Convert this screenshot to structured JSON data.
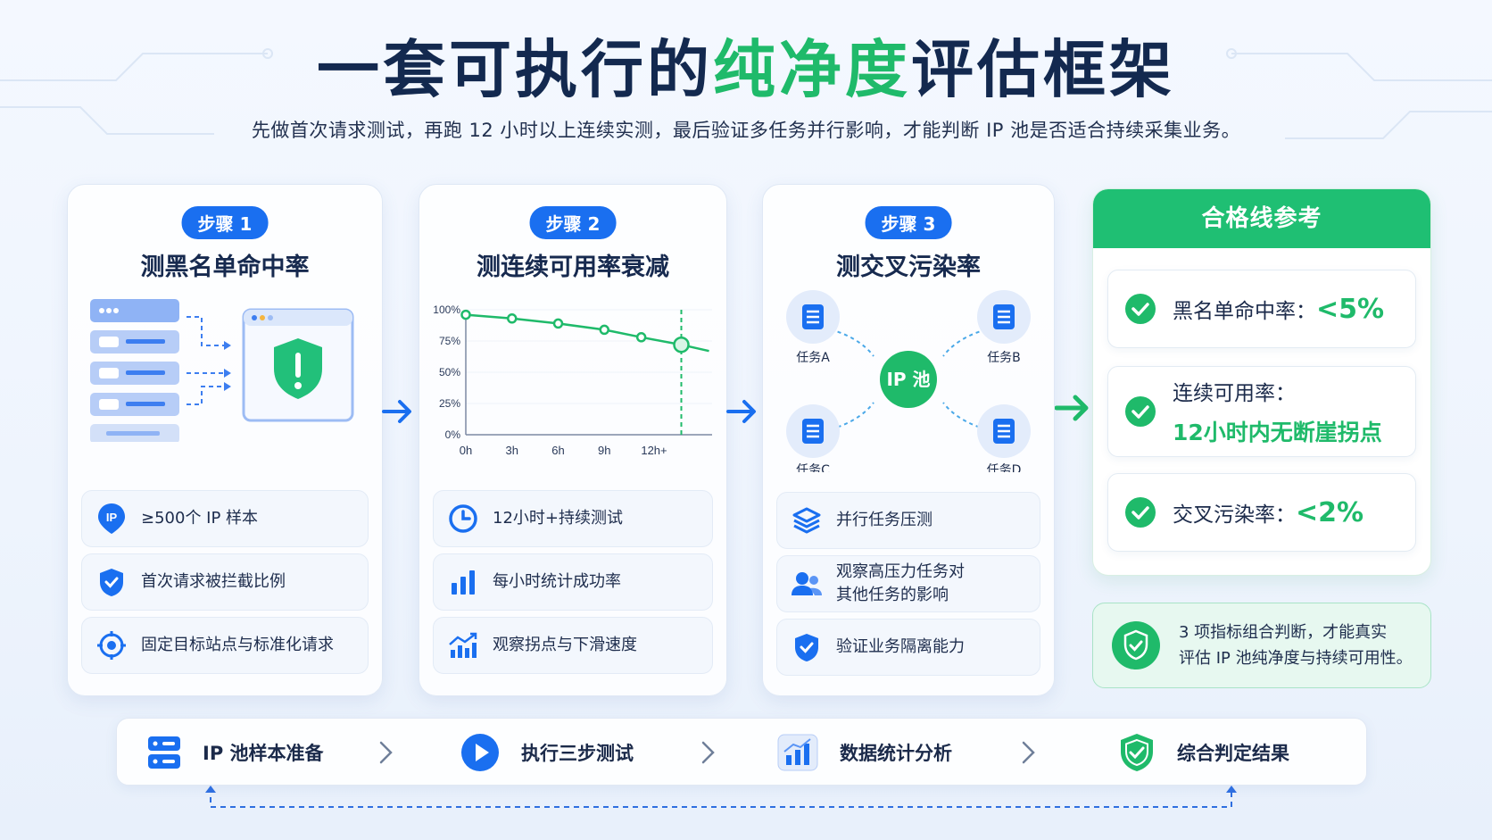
{
  "header": {
    "title_part1": "一套可执行的",
    "title_green": "纯净度",
    "title_part2": "评估框架",
    "subtitle": "先做首次请求测试，再跑 12 小时以上连续实测，最后验证多任务并行影响，才能判断 IP 池是否适合持续采集业务。"
  },
  "steps": [
    {
      "badge": "步骤 1",
      "title": "测黑名单命中率",
      "items": [
        {
          "icon": "ip-location-icon",
          "text": "≥500个 IP 样本"
        },
        {
          "icon": "shield-check-icon",
          "text": "首次请求被拦截比例"
        },
        {
          "icon": "target-icon",
          "text": "固定目标站点与标准化请求"
        }
      ]
    },
    {
      "badge": "步骤 2",
      "title": "测连续可用率衰减",
      "items": [
        {
          "icon": "clock-icon",
          "text": "12小时+持续测试"
        },
        {
          "icon": "bar-chart-icon",
          "text": "每小时统计成功率"
        },
        {
          "icon": "trend-chart-icon",
          "text": "观察拐点与下滑速度"
        }
      ]
    },
    {
      "badge": "步骤 3",
      "title": "测交叉污染率",
      "items": [
        {
          "icon": "layers-icon",
          "text": "并行任务压测"
        },
        {
          "icon": "users-icon",
          "text": "观察高压力任务对\n其他任务的影响"
        },
        {
          "icon": "shield-check-icon",
          "text": "验证业务隔离能力"
        }
      ]
    }
  ],
  "diagram3": {
    "center": "IP 池",
    "tasks": [
      "任务A",
      "任务B",
      "任务C",
      "任务D"
    ]
  },
  "chart_data": {
    "type": "line",
    "x": [
      "0h",
      "3h",
      "6h",
      "9h",
      "12h+"
    ],
    "y_ticks": [
      "100%",
      "75%",
      "50%",
      "25%",
      "0%"
    ],
    "ylim": [
      0,
      100
    ],
    "series": [
      {
        "values": [
          {
            "x": 0,
            "y": 96
          },
          {
            "x": 3,
            "y": 93
          },
          {
            "x": 6,
            "y": 89
          },
          {
            "x": 9,
            "y": 84
          },
          {
            "x": 11.4,
            "y": 78
          },
          {
            "x": 14,
            "y": 72
          },
          {
            "x": 15.8,
            "y": 67
          }
        ]
      }
    ],
    "marker_line_x": 14,
    "color": "#1fba6a"
  },
  "criteria": {
    "title": "合格线参考",
    "items": [
      {
        "label": "黑名单命中率：",
        "value": "<5%"
      },
      {
        "label": "连续可用率：",
        "value": "12小时内无断崖拐点"
      },
      {
        "label": "交叉污染率：",
        "value": "<2%"
      }
    ],
    "note": "3 项指标组合判断，才能真实\n评估 IP 池纯净度与持续可用性。"
  },
  "flow": {
    "steps": [
      {
        "icon": "server-icon",
        "label": "IP 池样本准备"
      },
      {
        "icon": "play-icon",
        "label": "执行三步测试"
      },
      {
        "icon": "analytics-icon",
        "label": "数据统计分析"
      },
      {
        "icon": "shield-check-icon",
        "label": "综合判定结果"
      }
    ]
  },
  "colors": {
    "primary_blue": "#1a6ff0",
    "green": "#1fba6a",
    "title_navy": "#13294f"
  }
}
